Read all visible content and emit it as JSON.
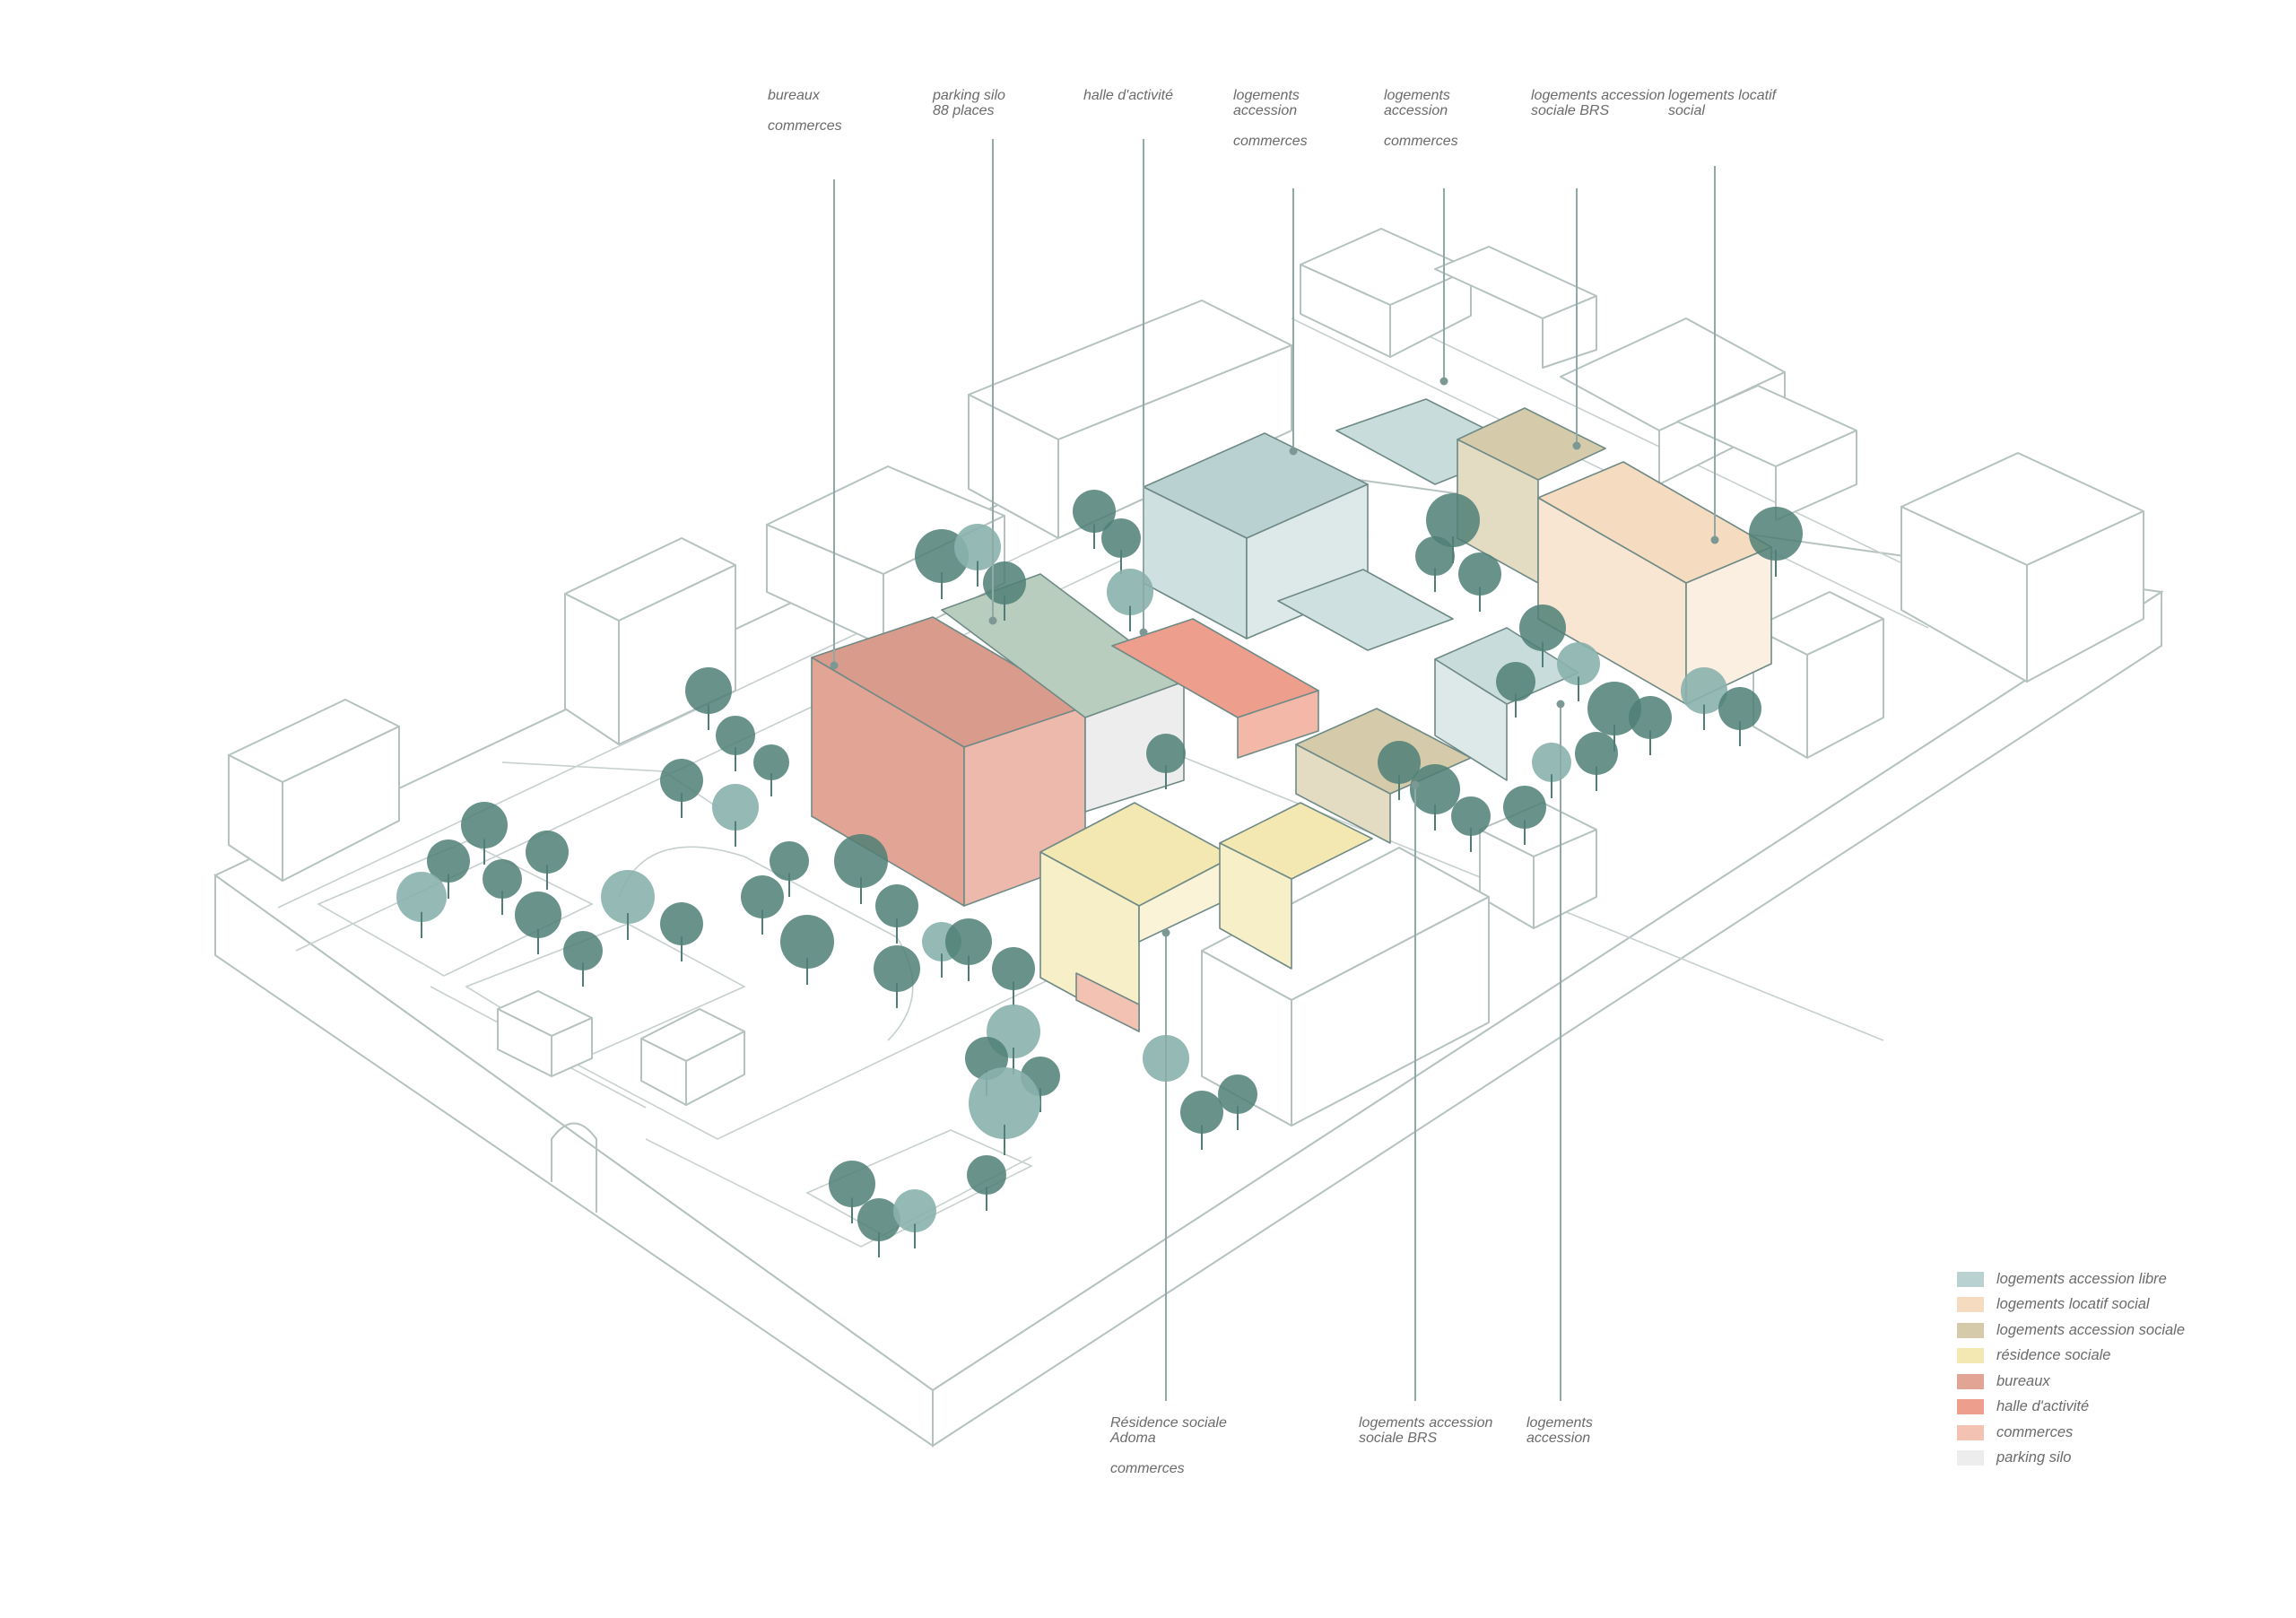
{
  "colors": {
    "accession_libre": "#b9d1d1",
    "locatif_social": "#f5dcc0",
    "accession_sociale": "#d5cbab",
    "residence_sociale": "#f4e8b2",
    "bureaux": "#e2a494",
    "halle": "#ee9e8c",
    "commerces": "#f3c2b2",
    "parking": "#ededed",
    "line": "#8fa9a6",
    "tree": "#4f7f76",
    "tree_light": "#8ab1ad"
  },
  "labels_top": [
    {
      "line1": "bureaux",
      "line2": "",
      "sub": "commerces"
    },
    {
      "line1": "parking silo",
      "line2": "88 places",
      "sub": ""
    },
    {
      "line1": "halle d'activité",
      "line2": "",
      "sub": ""
    },
    {
      "line1": "logements",
      "line2": "accession",
      "sub": "commerces"
    },
    {
      "line1": "logements",
      "line2": "accession",
      "sub": "commerces"
    },
    {
      "line1": "logements accession",
      "line2": "sociale BRS",
      "sub": ""
    },
    {
      "line1": "logements locatif",
      "line2": "social",
      "sub": ""
    }
  ],
  "labels_bottom": [
    {
      "line1": "Résidence sociale",
      "line2": "Adoma",
      "sub": "commerces"
    },
    {
      "line1": "logements accession",
      "line2": "sociale BRS",
      "sub": ""
    },
    {
      "line1": "logements",
      "line2": "accession",
      "sub": ""
    }
  ],
  "legend": [
    {
      "label": "logements accession libre",
      "color": "#b9d1d1"
    },
    {
      "label": "logements locatif social",
      "color": "#f5dcc0"
    },
    {
      "label": "logements accession sociale",
      "color": "#d5cbab"
    },
    {
      "label": "résidence sociale",
      "color": "#f4e8b2"
    },
    {
      "label": "bureaux",
      "color": "#e2a494"
    },
    {
      "label": "halle d'activité",
      "color": "#ee9e8c"
    },
    {
      "label": "commerces",
      "color": "#f3c2b2"
    },
    {
      "label": "parking silo",
      "color": "#ededed"
    }
  ]
}
